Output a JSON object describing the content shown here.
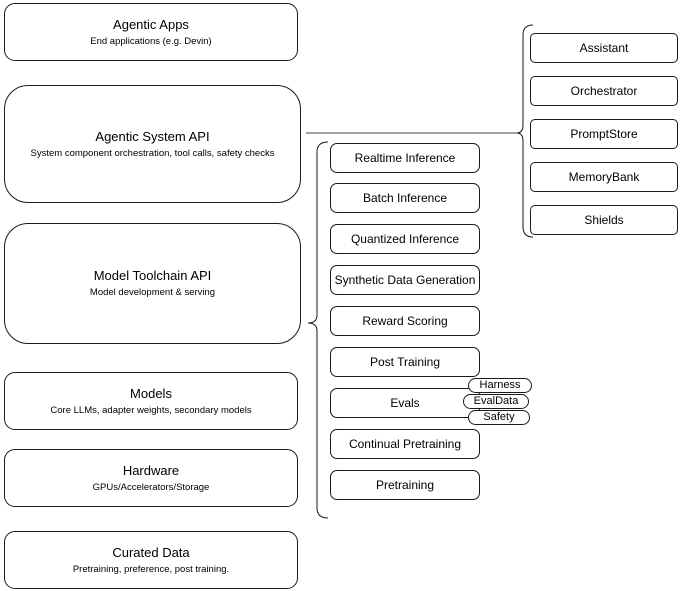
{
  "diagram": {
    "left_column": [
      {
        "title": "Agentic Apps",
        "subtitle": "End applications (e.g. Devin)"
      },
      {
        "title": "Agentic System API",
        "subtitle": "System component orchestration, tool calls, safety checks"
      },
      {
        "title": "Model Toolchain API",
        "subtitle": "Model development & serving"
      },
      {
        "title": "Models",
        "subtitle": "Core LLMs, adapter weights, secondary models"
      },
      {
        "title": "Hardware",
        "subtitle": "GPUs/Accelerators/Storage"
      },
      {
        "title": "Curated Data",
        "subtitle": "Pretraining, preference, post training."
      }
    ],
    "toolchain_nodes": [
      "Realtime Inference",
      "Batch Inference",
      "Quantized Inference",
      "Synthetic Data Generation",
      "Reward Scoring",
      "Post Training",
      "Evals",
      "Continual Pretraining",
      "Pretraining"
    ],
    "eval_tags": [
      "Harness",
      "EvalData",
      "Safety"
    ],
    "system_nodes": [
      "Assistant",
      "Orchestrator",
      "PromptStore",
      "MemoryBank",
      "Shields"
    ],
    "colors": {
      "background": "#ffffff",
      "box_fill": "#ffffff",
      "border": "#000000",
      "text": "#000000"
    }
  }
}
